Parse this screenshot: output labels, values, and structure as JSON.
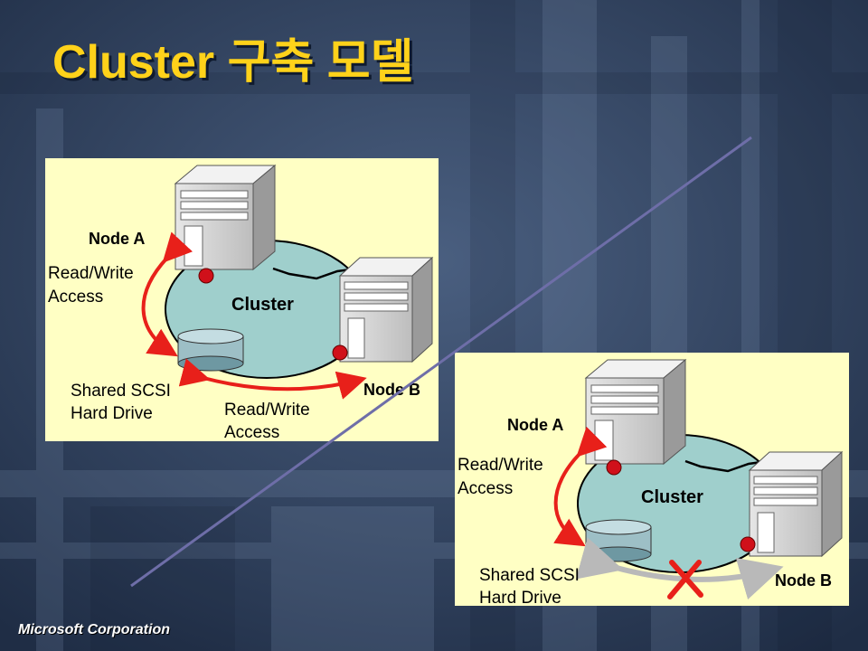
{
  "slide": {
    "title": "Cluster 구축 모델",
    "footer": "Microsoft Corporation"
  },
  "diagram_top": {
    "node_a": "Node A",
    "node_b": "Node B",
    "cluster": "Cluster",
    "rw_left_1": "Read/Write",
    "rw_left_2": "Access",
    "rw_bottom_1": "Read/Write",
    "rw_bottom_2": "Access",
    "drive_1": "Shared SCSI",
    "drive_2": "Hard Drive"
  },
  "diagram_bottom": {
    "node_a": "Node A",
    "node_b": "Node B",
    "cluster": "Cluster",
    "rw_left_1": "Read/Write",
    "rw_left_2": "Access",
    "drive_1": "Shared SCSI",
    "drive_2": "Hard Drive"
  },
  "colors": {
    "title": "#ffd21a",
    "panel_bg": "#ffffc4",
    "cluster_fill": "#9fcfcc",
    "arrow_red": "#e8201a",
    "arrow_gray": "#b9b9b9",
    "node_dot": "#d0101a"
  }
}
